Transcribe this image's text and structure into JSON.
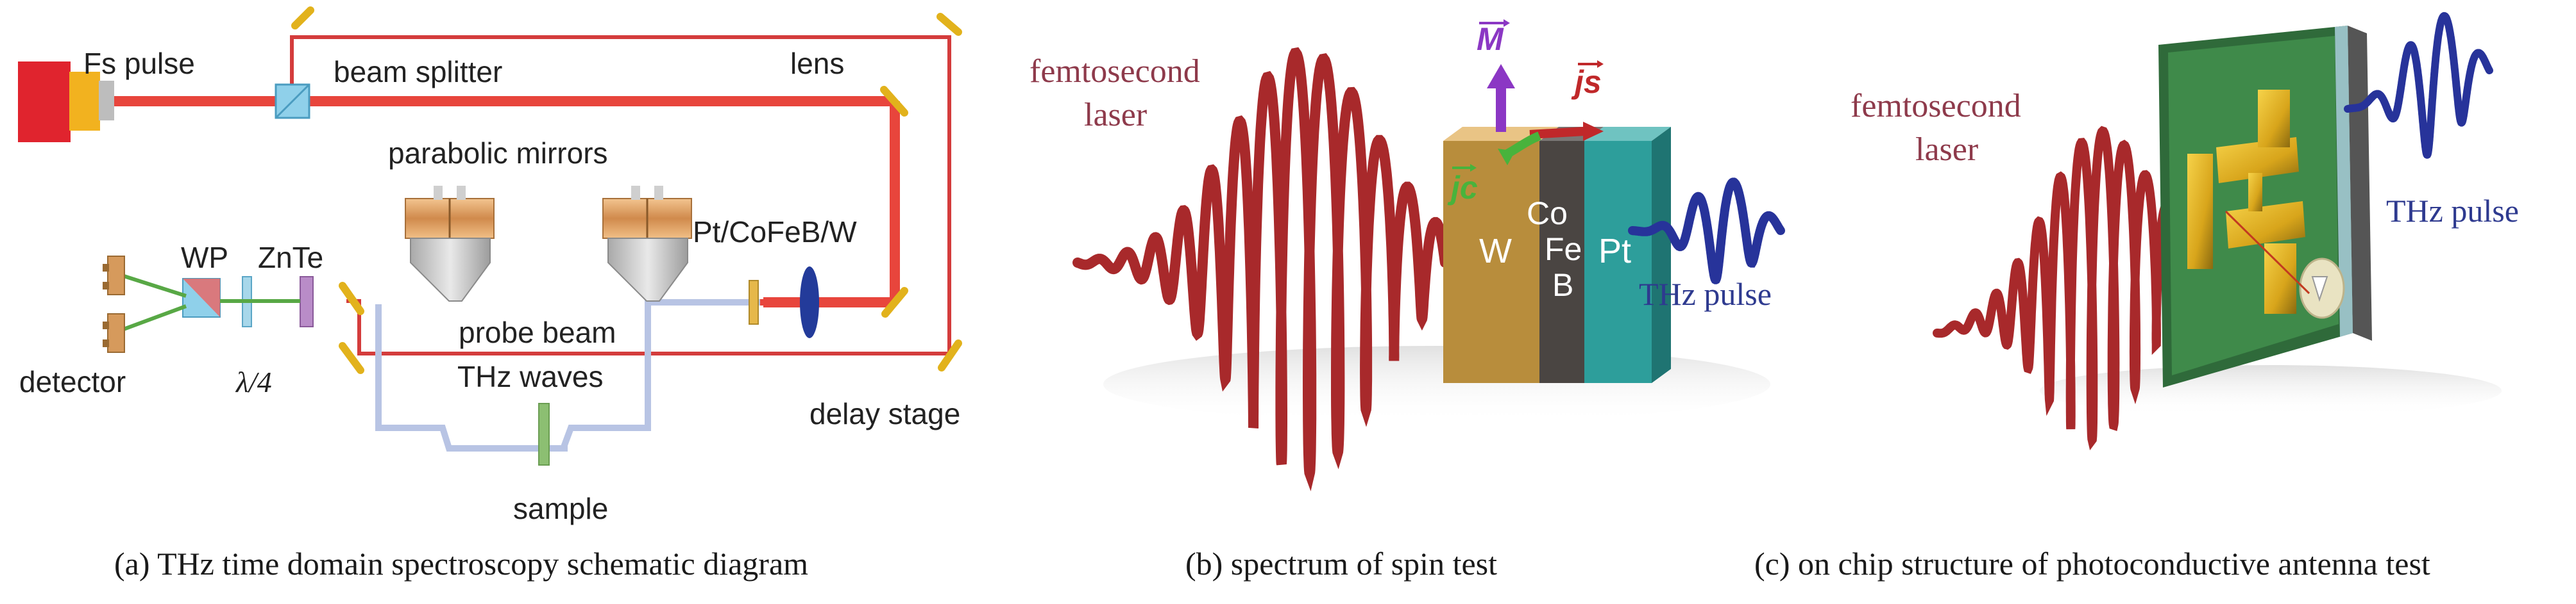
{
  "panel_a": {
    "labels": {
      "fs_pulse": "Fs pulse",
      "beam_splitter": "beam splitter",
      "lens": "lens",
      "parabolic_mirrors": "parabolic mirrors",
      "emitter": "Pt/CoFeB/W",
      "wp": "WP",
      "znte": "ZnTe",
      "detector": "detector",
      "quarter_wave": "λ/4",
      "probe_beam": "probe beam",
      "thz_waves": "THz waves",
      "delay_stage": "delay stage",
      "sample": "sample"
    },
    "caption": "(a) THz time domain spectroscopy schematic diagram"
  },
  "panel_b": {
    "labels": {
      "laser_line1": "femtosecond",
      "laser_line2": "laser",
      "m": "M",
      "js": "js",
      "jc": "jc",
      "w": "W",
      "co": "Co",
      "fe": "Fe",
      "b": "B",
      "pt": "Pt",
      "thz": "THz pulse"
    },
    "caption": "(b) spectrum of spin test"
  },
  "panel_c": {
    "labels": {
      "laser_line1": "femtosecond",
      "laser_line2": "laser",
      "thz": "THz pulse"
    },
    "caption": "(c) on chip structure of photoconductive antenna test"
  },
  "colors": {
    "beam_red": "#e8453c",
    "laser_wave": "#a8292b",
    "thz_wave": "#27339a",
    "thz_path": "#b8c4e4",
    "magenta_text": "#8e3a4b",
    "blue_text": "#2e3a8f"
  }
}
